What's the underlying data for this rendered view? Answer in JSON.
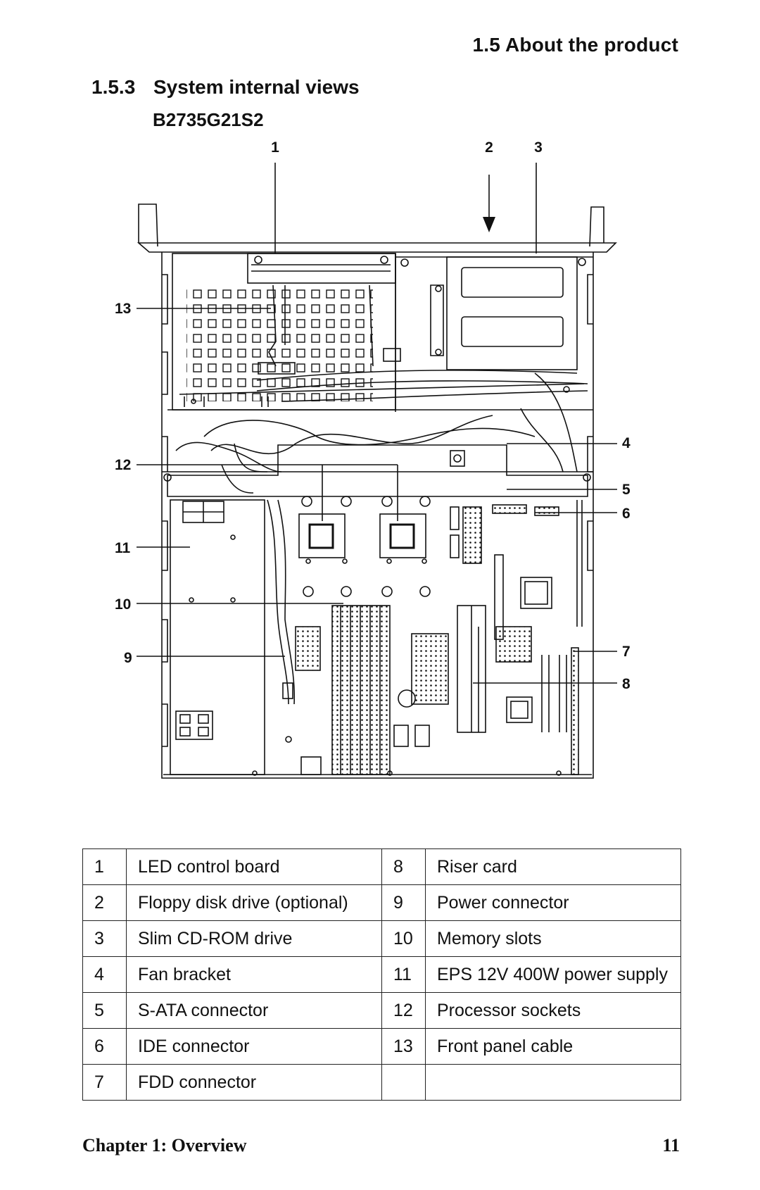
{
  "header": {
    "section": "1.5  About the product"
  },
  "subsection": {
    "number": "1.5.3",
    "title": "System internal views"
  },
  "model": "B2735G21S2",
  "callouts": [
    "1",
    "2",
    "3",
    "4",
    "5",
    "6",
    "7",
    "8",
    "9",
    "10",
    "11",
    "12",
    "13"
  ],
  "legend": {
    "rows": [
      {
        "n1": "1",
        "d1": "LED control board",
        "n2": "8",
        "d2": "Riser card"
      },
      {
        "n1": "2",
        "d1": "Floppy disk drive (optional)",
        "n2": "9",
        "d2": "Power connector"
      },
      {
        "n1": "3",
        "d1": "Slim CD-ROM drive",
        "n2": "10",
        "d2": "Memory slots"
      },
      {
        "n1": "4",
        "d1": "Fan bracket",
        "n2": "11",
        "d2": "EPS 12V 400W power supply"
      },
      {
        "n1": "5",
        "d1": "S-ATA connector",
        "n2": "12",
        "d2": "Processor sockets"
      },
      {
        "n1": "6",
        "d1": "IDE connector",
        "n2": "13",
        "d2": "Front panel cable"
      },
      {
        "n1": "7",
        "d1": "FDD connector",
        "n2": "",
        "d2": ""
      }
    ]
  },
  "footer": {
    "chapter": "Chapter 1: Overview",
    "page": "11"
  }
}
